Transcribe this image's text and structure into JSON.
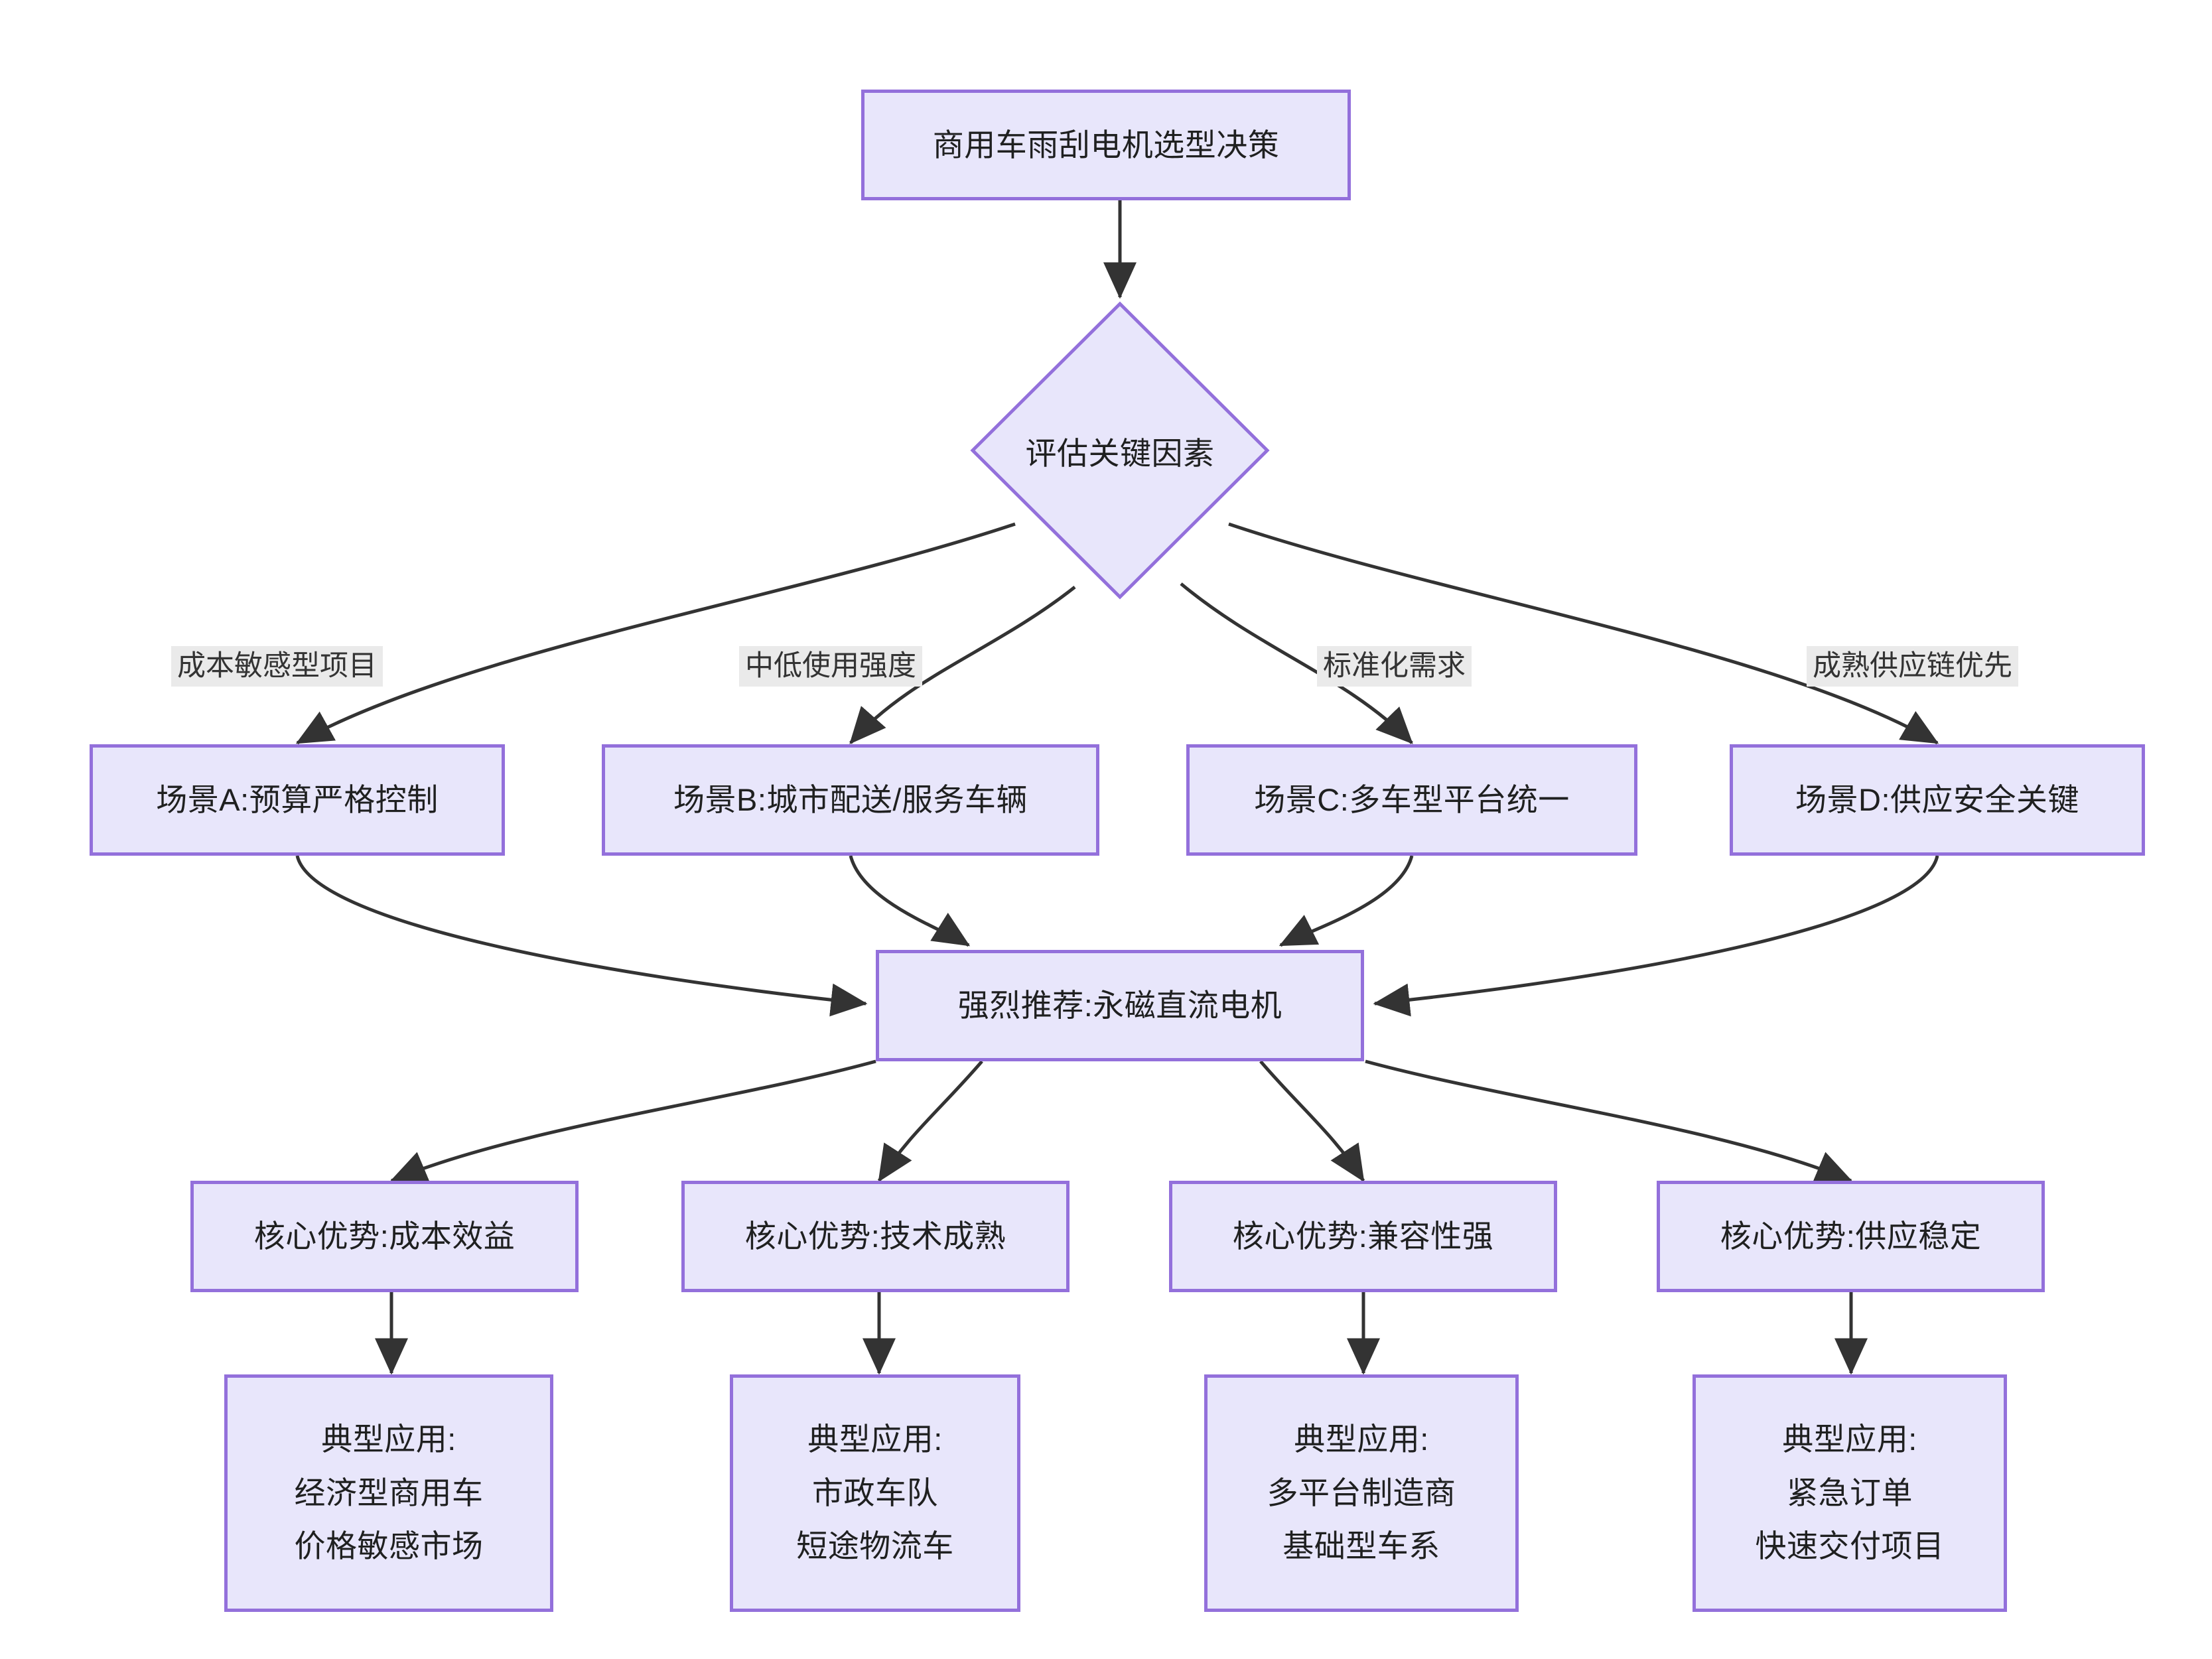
{
  "diagram": {
    "type": "flowchart",
    "direction": "top-down",
    "colors": {
      "node_fill": "#e8e6fb",
      "node_border": "#9370db",
      "node_text": "#1f2020",
      "edge_stroke": "#333333",
      "edge_label_bg": "#eaeaea",
      "edge_label_text": "#333333",
      "canvas": "#ffffff"
    },
    "root": {
      "label": "商用车雨刮电机选型决策"
    },
    "decision": {
      "label": "评估关键因素"
    },
    "edge_labels": [
      {
        "label": "成本敏感型项目"
      },
      {
        "label": "中低使用强度"
      },
      {
        "label": "标准化需求"
      },
      {
        "label": "成熟供应链优先"
      }
    ],
    "scenarios": [
      {
        "label": "场景A:预算严格控制"
      },
      {
        "label": "场景B:城市配送/服务车辆"
      },
      {
        "label": "场景C:多车型平台统一"
      },
      {
        "label": "场景D:供应安全关键"
      }
    ],
    "recommendation": {
      "label": "强烈推荐:永磁直流电机"
    },
    "advantages": [
      {
        "label": "核心优势:成本效益"
      },
      {
        "label": "核心优势:技术成熟"
      },
      {
        "label": "核心优势:兼容性强"
      },
      {
        "label": "核心优势:供应稳定"
      }
    ],
    "applications": [
      {
        "label": "典型应用:\n经济型商用车\n价格敏感市场"
      },
      {
        "label": "典型应用:\n市政车队\n短途物流车"
      },
      {
        "label": "典型应用:\n多平台制造商\n基础型车系"
      },
      {
        "label": "典型应用:\n紧急订单\n快速交付项目"
      }
    ]
  }
}
